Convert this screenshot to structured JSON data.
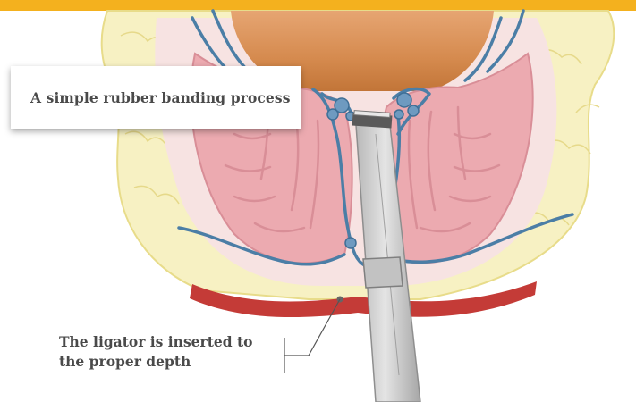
{
  "header_bar": {
    "color": "#f4b11e"
  },
  "title_card": {
    "text": "A simple rubber banding process"
  },
  "caption": {
    "line1": "The ligator is inserted to",
    "line2": "the proper depth"
  },
  "colors": {
    "fat": "#f7f1c3",
    "fat_outline": "#e8dc8a",
    "tissue": "#f7e3e2",
    "mucosa": "#ecaab0",
    "mucosa_dark": "#d98e97",
    "vein": "#4b7ea6",
    "muscle": "#c43b37",
    "rectum": "#d58a4e",
    "instrument": "#d0d0d0",
    "instrument_dark": "#8e8e8e"
  },
  "icons": [
    "pointer-leader-icon"
  ]
}
